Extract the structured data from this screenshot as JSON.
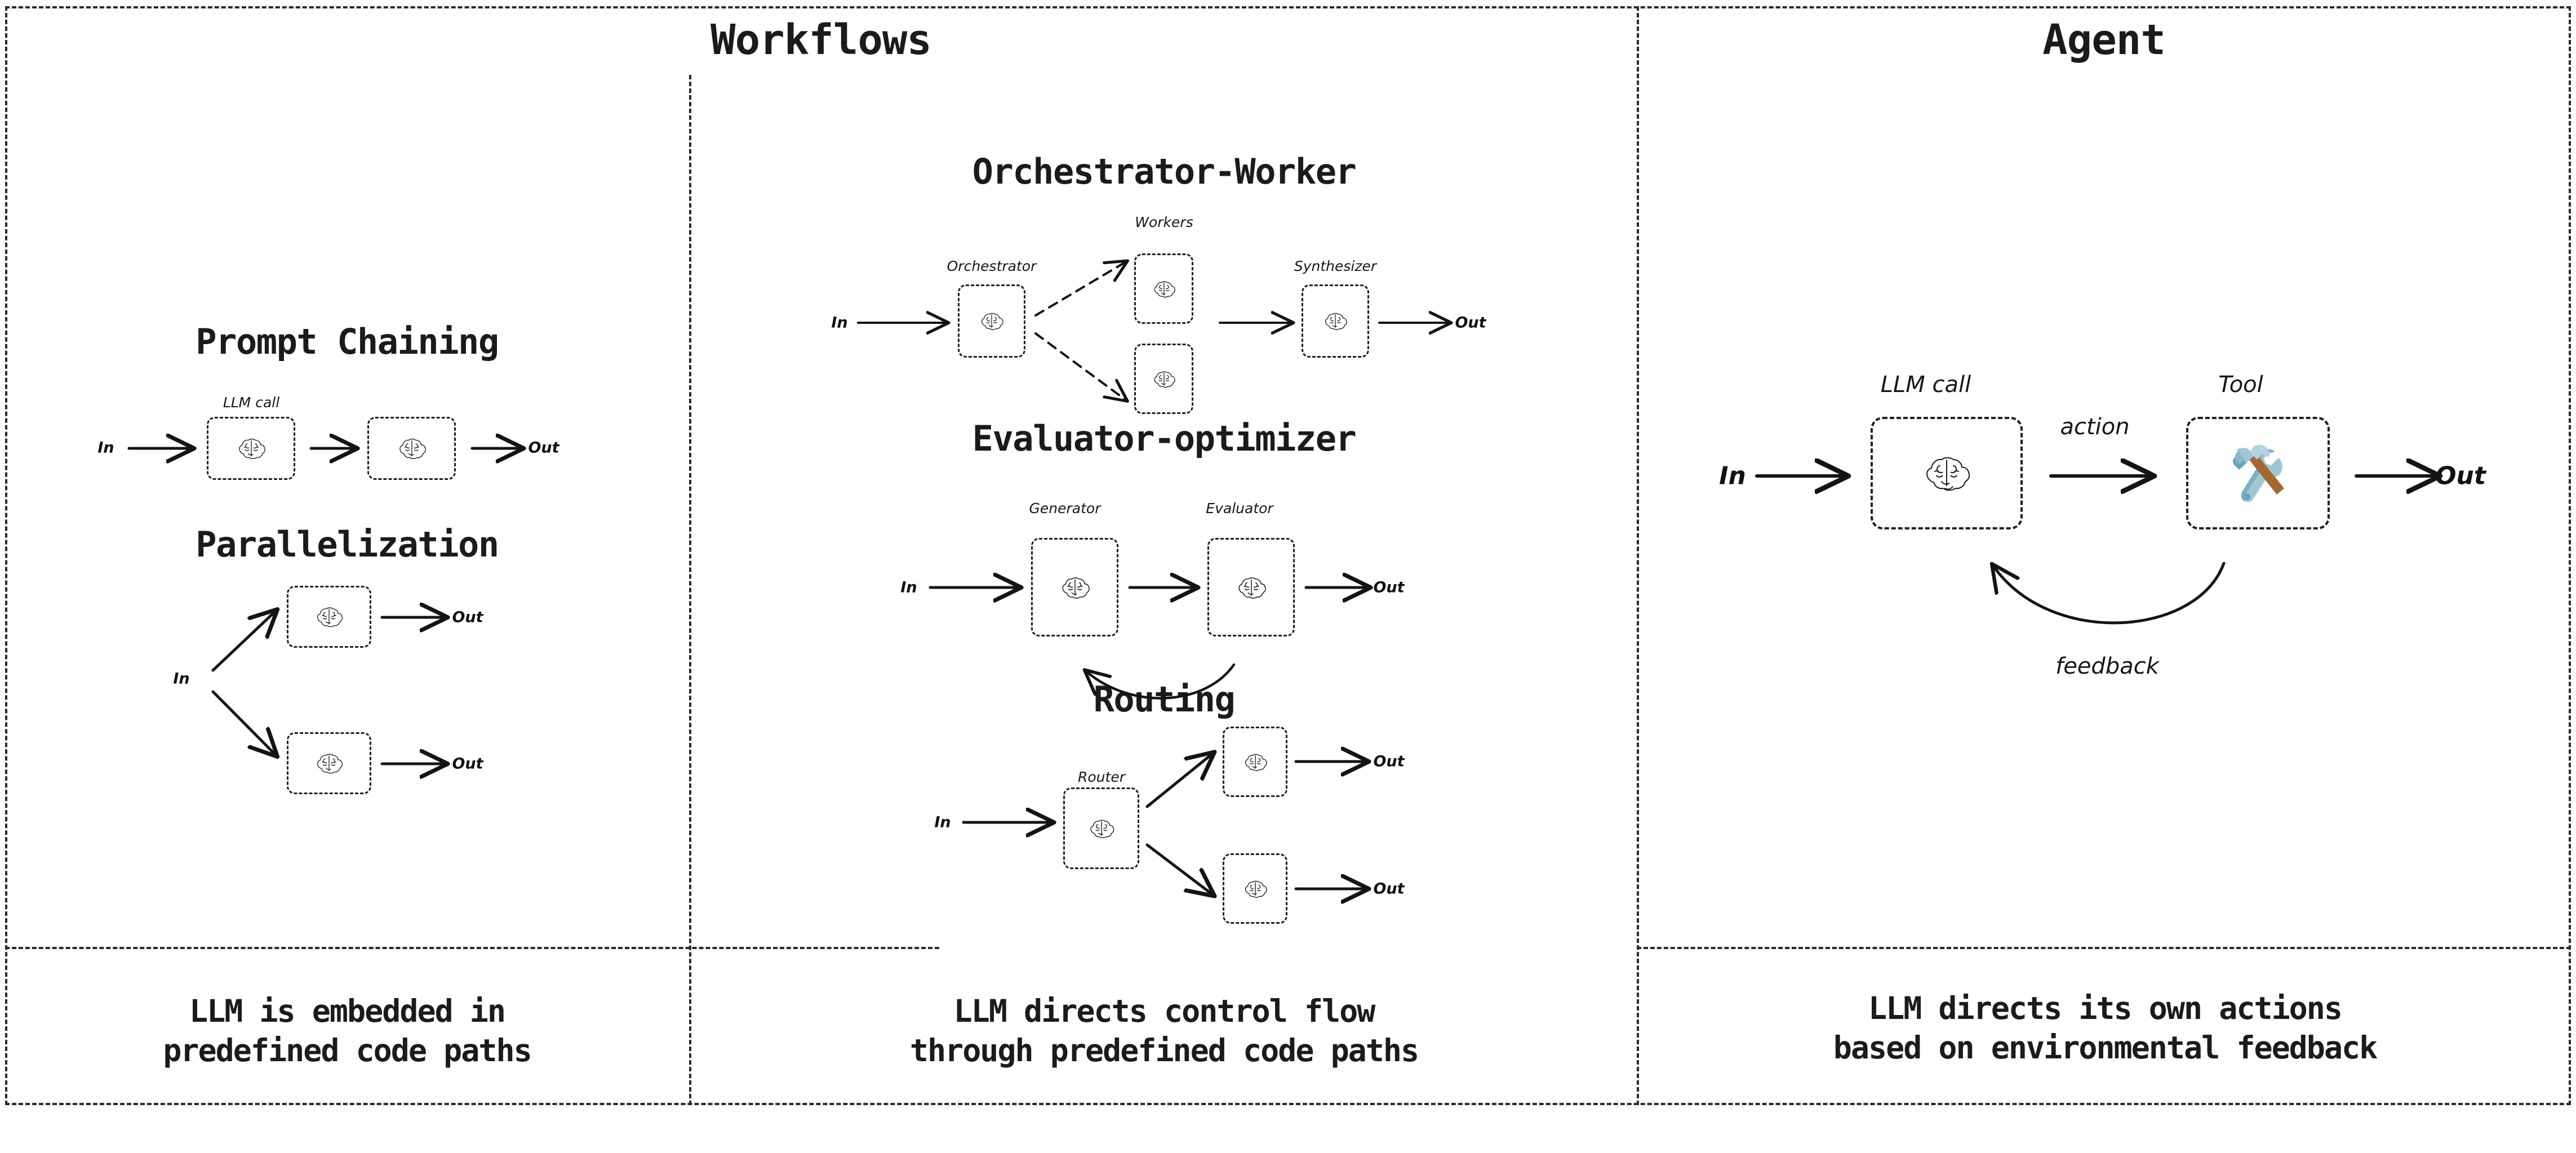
{
  "columns": {
    "workflows_header": "Workflows",
    "agent_header": "Agent"
  },
  "patterns": {
    "prompt_chaining": {
      "title": "Prompt Chaining",
      "in": "In",
      "out": "Out",
      "node_label": "LLM call",
      "nodes": [
        "brain-icon",
        "brain-icon"
      ]
    },
    "parallelization": {
      "title": "Parallelization",
      "in": "In",
      "out_top": "Out",
      "out_bottom": "Out",
      "nodes": [
        "brain-icon",
        "brain-icon"
      ]
    },
    "orchestrator_worker": {
      "title": "Orchestrator-Worker",
      "in": "In",
      "out": "Out",
      "workers_label": "Workers",
      "orchestrator_label": "Orchestrator",
      "synthesizer_label": "Synthesizer",
      "nodes": [
        "brain-icon",
        "brain-icon",
        "brain-icon",
        "brain-icon"
      ]
    },
    "evaluator_optimizer": {
      "title": "Evaluator-optimizer",
      "in": "In",
      "out": "Out",
      "generator_label": "Generator",
      "evaluator_label": "Evaluator",
      "nodes": [
        "brain-icon",
        "brain-icon"
      ]
    },
    "routing": {
      "title": "Routing",
      "in": "In",
      "out_top": "Out",
      "out_bottom": "Out",
      "router_label": "Router",
      "nodes": [
        "brain-icon",
        "brain-icon",
        "brain-icon"
      ]
    },
    "agent": {
      "in": "In",
      "out": "Out",
      "llm_label": "LLM call",
      "tool_label": "Tool",
      "action_label": "action",
      "feedback_label": "feedback",
      "nodes": [
        "brain-icon",
        "hammer-and-wrench-icon"
      ]
    }
  },
  "captions": {
    "workflows_left": {
      "line1": "LLM is embedded in",
      "line2": "predefined code paths"
    },
    "workflows_right": {
      "line1": "LLM directs control flow",
      "line2": "through predefined code paths"
    },
    "agent": {
      "line1": "LLM directs its own actions",
      "line2": "based on environmental feedback"
    }
  },
  "colors": {
    "ink": "#1b1b1b",
    "divider": "#2a2a2a",
    "tool_metal": "#9ec6d4",
    "tool_metal_dark": "#6da4b5",
    "tool_handle": "#a3682f",
    "background": "#ffffff"
  }
}
